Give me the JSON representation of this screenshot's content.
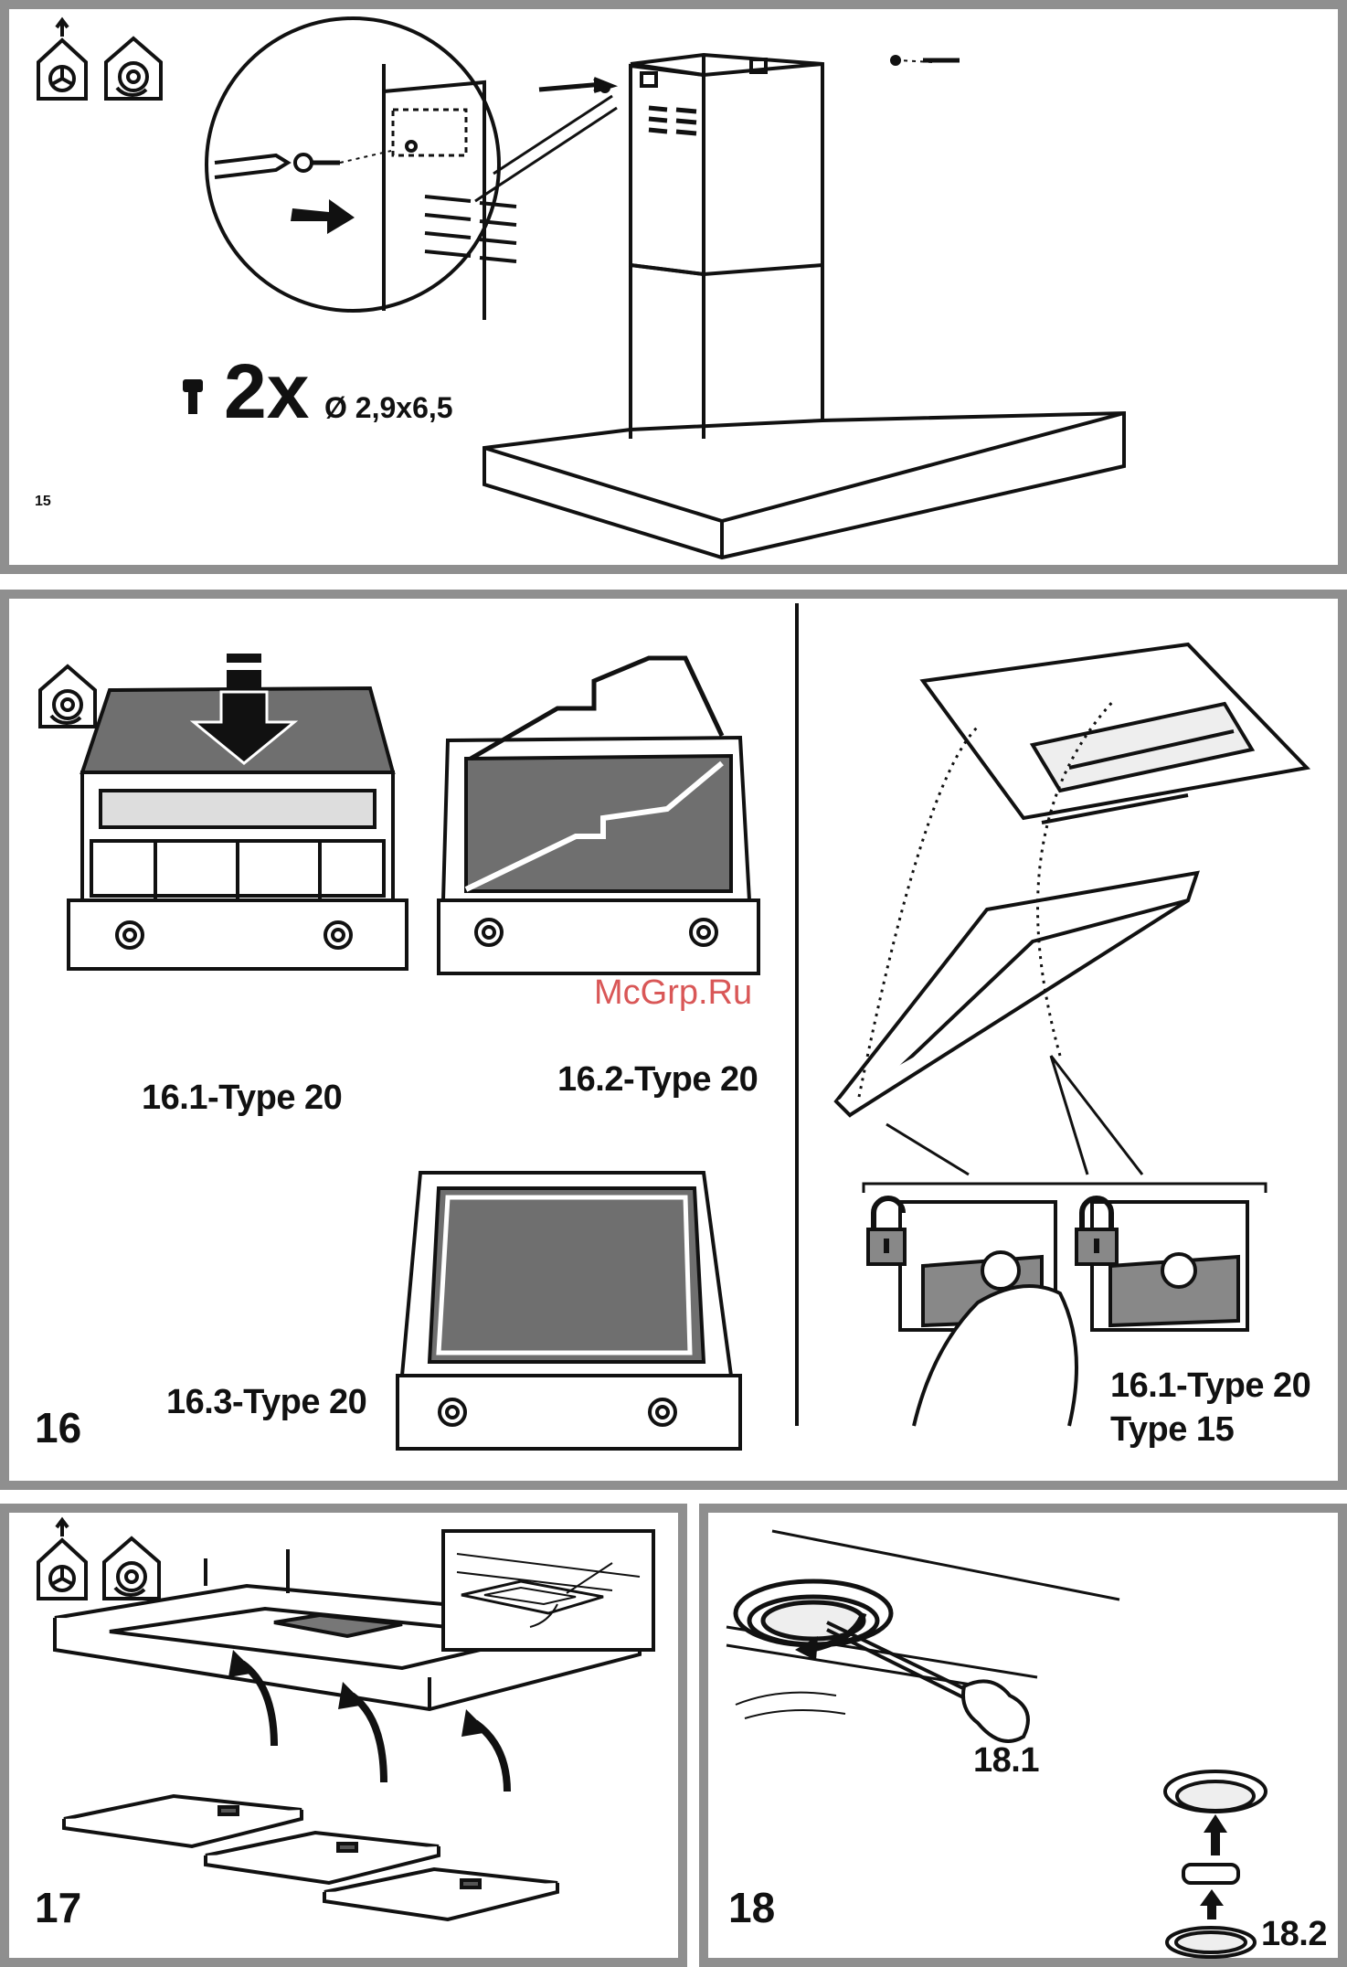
{
  "watermark": "McGrp.Ru",
  "step15": {
    "number": "15",
    "screw_count": "2x",
    "screw_size": "Ø 2,9x6,5"
  },
  "step16": {
    "number": "16",
    "caption_16_1": "16.1-Type 20",
    "caption_16_2": "16.2-Type 20",
    "caption_16_3": "16.3-Type 20",
    "caption_right_1": "16.1-Type 20",
    "caption_right_2": "Type 15"
  },
  "step17": {
    "number": "17"
  },
  "step18": {
    "number": "18",
    "caption_18_1": "18.1",
    "caption_18_2": "18.2"
  },
  "icons": {
    "house_fan_up": "house-extraction-icon",
    "house_fan_recirc": "house-recirculation-icon",
    "lock_open": "lock-open-icon",
    "lock_closed": "lock-closed-icon"
  },
  "colors": {
    "frame": "#8f8f8f",
    "filter_fill": "#6f6f6f",
    "ink": "#111111"
  }
}
